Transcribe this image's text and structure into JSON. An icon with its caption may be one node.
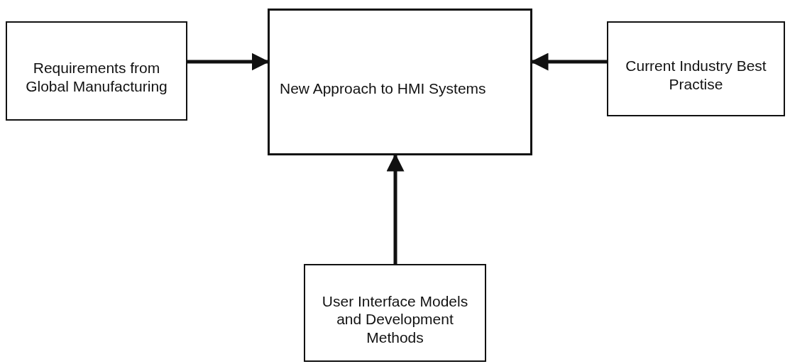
{
  "diagram": {
    "nodes": [
      {
        "text": [
          "Requirements from Global Manufacturing"
        ]
      },
      {
        "text": [
          "New Approach to HMI Systems"
        ]
      },
      {
        "text": [
          "Current Industry Best Practise"
        ]
      },
      {
        "text": [
          "User Interface Models and Development Methods"
        ]
      }
    ],
    "edges": [
      {
        "from": 0,
        "to": 1,
        "arrow": "to"
      },
      {
        "from": 2,
        "to": 1,
        "arrow": "to"
      },
      {
        "from": 3,
        "to": 1,
        "arrow": "to"
      }
    ]
  }
}
